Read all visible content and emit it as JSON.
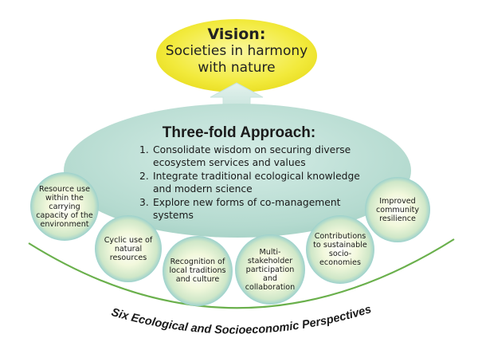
{
  "vision": {
    "title": "Vision:",
    "line1": "Societies in harmony",
    "line2": "with nature"
  },
  "approach": {
    "title": "Three-fold Approach:",
    "items": [
      {
        "num": "1.",
        "text": "Consolidate wisdom on securing diverse ecosystem services and values"
      },
      {
        "num": "2.",
        "text": "Integrate traditional ecological knowledge and modern science"
      },
      {
        "num": "3.",
        "text": "Explore new forms of co-management systems"
      }
    ]
  },
  "perspectives": [
    {
      "text": "Resource use within the carrying capacity of the environment"
    },
    {
      "text": "Cyclic use of natural resources"
    },
    {
      "text": "Recognition of local traditions and culture"
    },
    {
      "text": "Multi-stakeholder participation and collaboration"
    },
    {
      "text": "Contributions to sustainable socio-economies"
    },
    {
      "text": "Improved community resilience"
    }
  ],
  "footer": "Six Ecological and Socioeconomic Perspectives",
  "colors": {
    "vision_fill": "#f4ee4a",
    "approach_fill": "#b8dcd3",
    "circle_center": "#ffffff",
    "circle_edge": "#7fc4cf",
    "arc": "#6ab04c"
  }
}
